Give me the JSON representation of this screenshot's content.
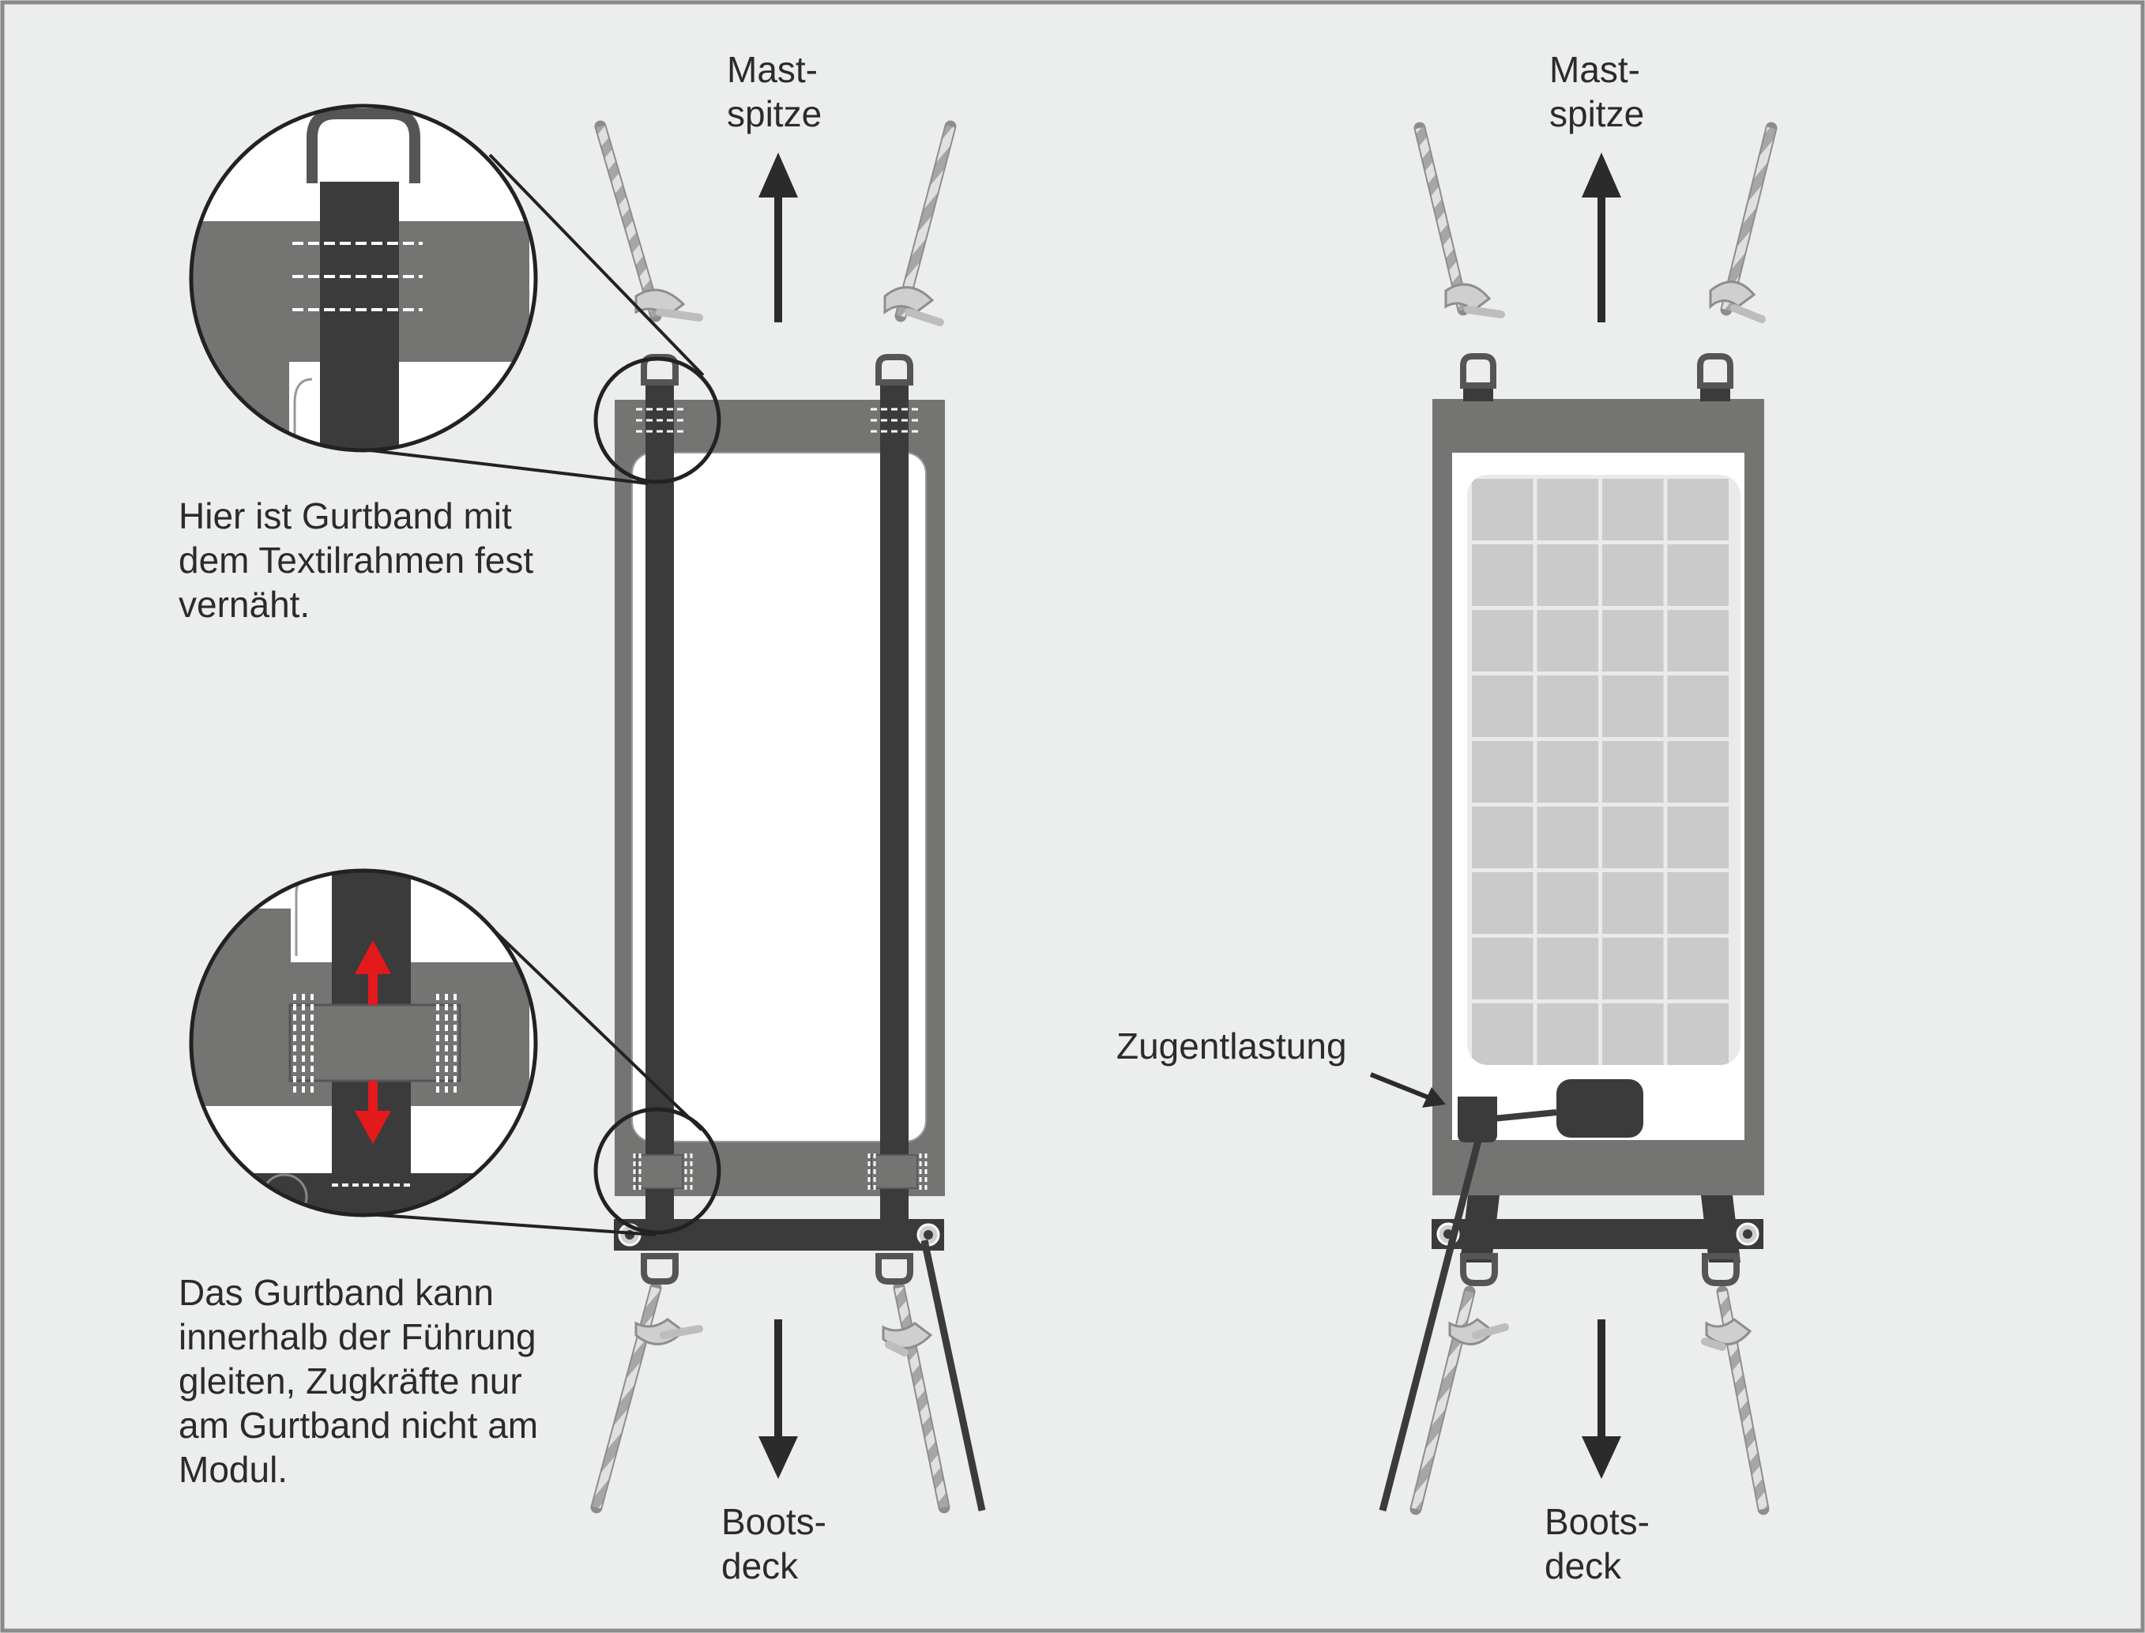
{
  "labels": {
    "left_top": [
      "Mast-",
      "spitze"
    ],
    "left_bottom": [
      "Boots-",
      "deck"
    ],
    "right_top": [
      "Mast-",
      "spitze"
    ],
    "right_bottom": [
      "Boots-",
      "deck"
    ],
    "callout_top": [
      "Hier ist Gurtband mit",
      "dem Textilrahmen fest",
      "vernäht."
    ],
    "callout_bottom": [
      "Das Gurtband kann",
      "innerhalb der Führung",
      "gleiten, Zugkräfte nur",
      "am Gurtband nicht am",
      "Modul."
    ],
    "strain_relief": "Zugentlastung"
  },
  "colors": {
    "background": "#eceeed",
    "frame": "#747473",
    "strap": "#3b3b3c",
    "panel": "#ffffff",
    "cell": "#c9cac9",
    "arrow": "#2b2b2b",
    "accent_arrow": "#e3191c",
    "rope": "#b9b9b9"
  }
}
